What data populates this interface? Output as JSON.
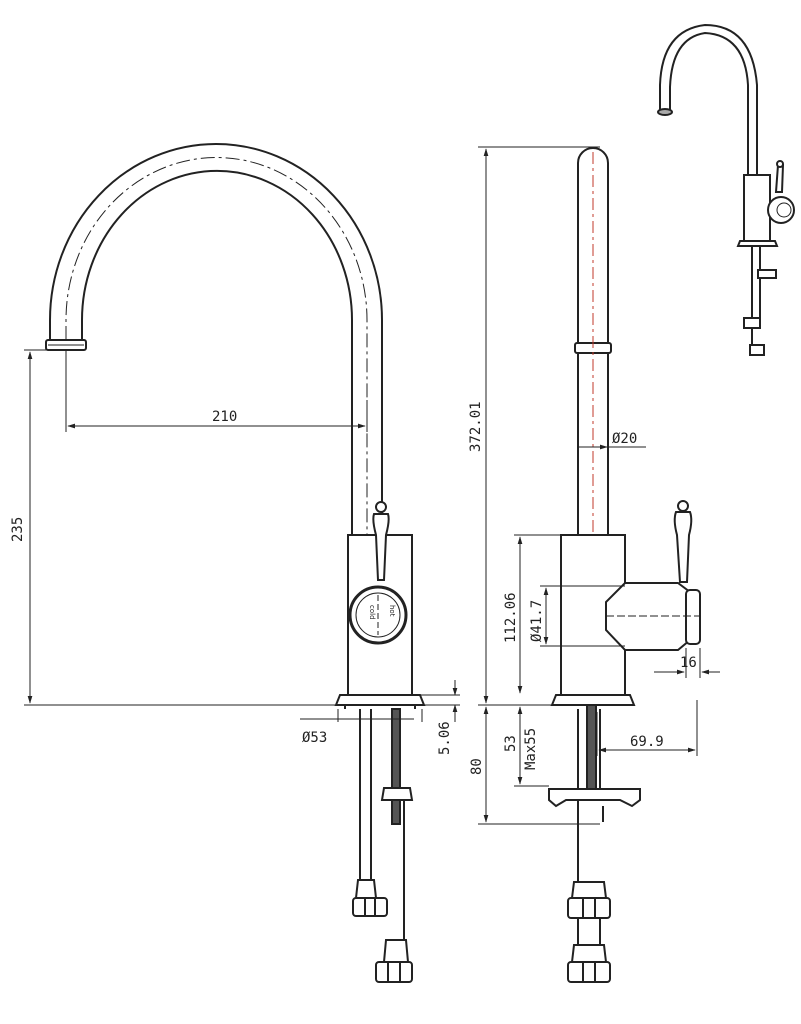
{
  "dimensions": {
    "spout_reach": "210",
    "spout_height": "235",
    "base_diameter": "Ø53",
    "base_thickness": "5.06",
    "total_height": "372.01",
    "spout_diameter": "Ø20",
    "body_height": "112.06",
    "knob_diameter": "Ø41.7",
    "knob_depth": "16",
    "shank_length": "80",
    "shank_53": "53",
    "shank_max": "Max55",
    "tail_offset": "69.9"
  },
  "knob_labels": {
    "cold": "cold",
    "hot": "hot"
  },
  "colors": {
    "line": "#222222",
    "centerline": "#c0392b"
  }
}
